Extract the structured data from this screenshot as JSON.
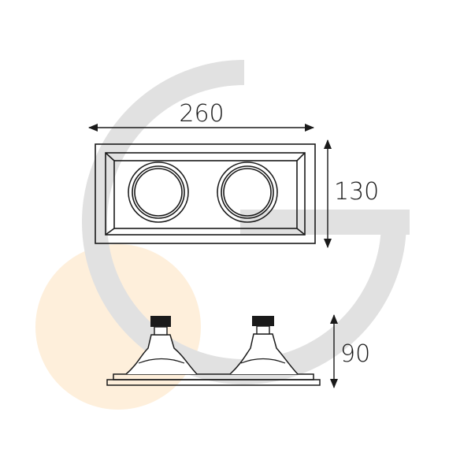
{
  "dimensions": {
    "width": "260",
    "height": "130",
    "depth": "90"
  },
  "colors": {
    "logo_ring": "#e1e1e1",
    "logo_disc": "#fde9cf",
    "line": "#1a1a1a",
    "lamp_cap": "#1a1a1a"
  }
}
